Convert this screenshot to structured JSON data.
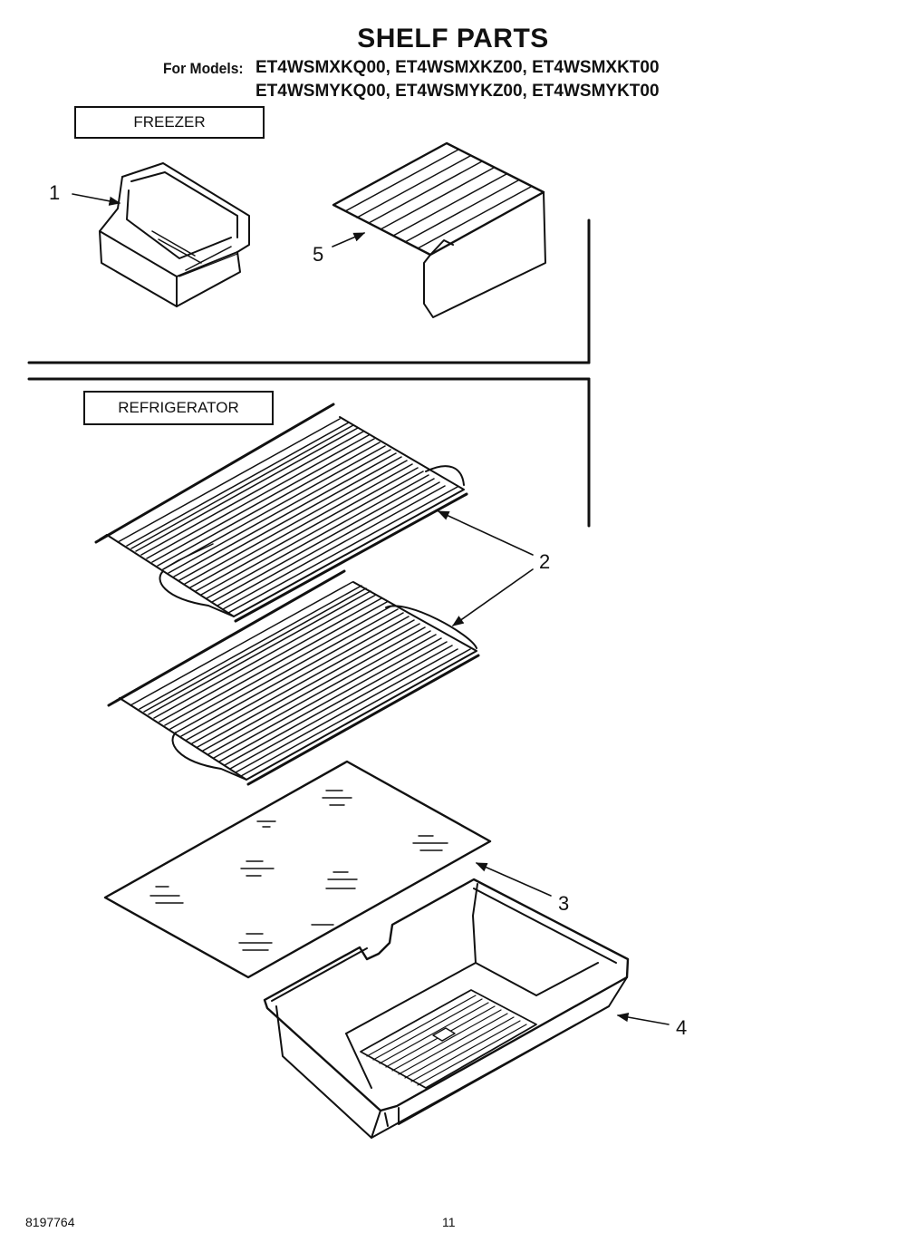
{
  "header": {
    "title": "SHELF PARTS",
    "models_label": "For Models:",
    "models_line_1": "ET4WSMXKQ00, ET4WSMXKZ00, ET4WSMXKT00",
    "models_line_2": "ET4WSMYKQ00, ET4WSMYKZ00, ET4WSMYKT00"
  },
  "sections": {
    "freezer": "FREEZER",
    "refrigerator": "REFRIGERATOR"
  },
  "callouts": {
    "c1": "1",
    "c2": "2",
    "c3": "3",
    "c4": "4",
    "c5": "5"
  },
  "footer": {
    "doc_number": "8197764",
    "page_number": "11"
  }
}
